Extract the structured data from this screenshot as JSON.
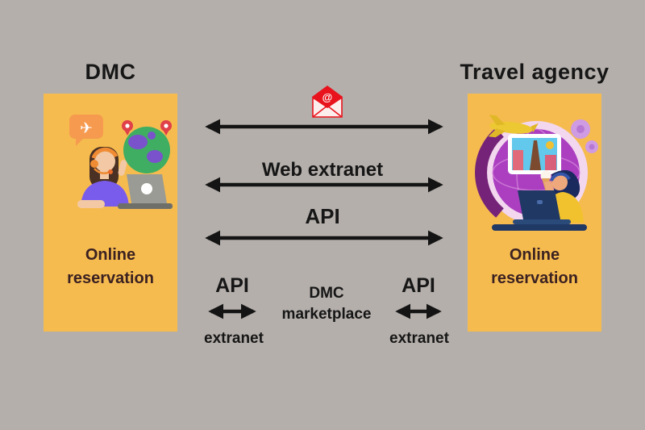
{
  "left_entity": {
    "title": "DMC",
    "box_label": "Online reservation",
    "illustration": "support-agent-woman-with-headset-laptop-globe-and-plane-chat-bubble"
  },
  "right_entity": {
    "title": "Travel agency",
    "box_label": "Online reservation",
    "illustration": "travel-agent-woman-at-laptop-with-globe-plane-and-landmark-photo"
  },
  "channels": {
    "email_icon": "open-envelope-with-at-symbol",
    "web_extranet_label": "Web extranet",
    "api_label": "API"
  },
  "marketplace": {
    "left_api_label": "API",
    "left_extranet_label": "extranet",
    "center_label": "DMC marketplace",
    "right_api_label": "API",
    "right_extranet_label": "extranet"
  },
  "colors": {
    "background": "#b4afab",
    "entity_box": "#f6bb4f",
    "arrow": "#141414",
    "heading_text": "#161616",
    "box_label_text": "#3b2121",
    "envelope_red": "#e8131c"
  }
}
